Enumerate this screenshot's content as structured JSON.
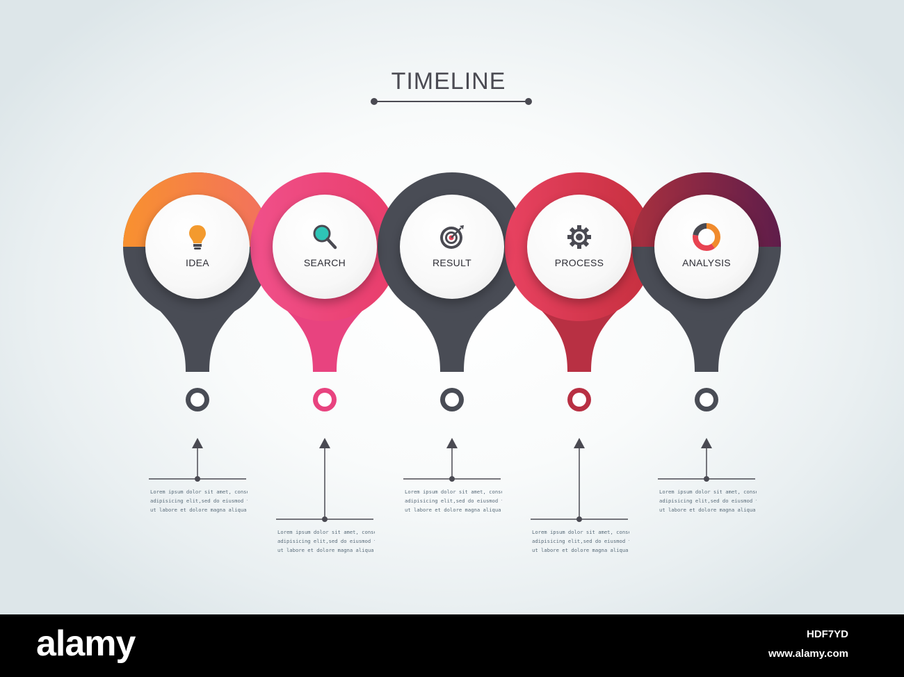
{
  "title": "TIMELINE",
  "steps": [
    {
      "label": "IDEA",
      "icon": "lightbulb-icon",
      "accent": "#f57a45",
      "description": [
        "Lorem ipsum dolor sit amet, consectetur",
        "adipisicing elit,sed do eiusmod tempo in",
        "ut labore et dolore magna aliqua. Ut eni"
      ]
    },
    {
      "label": "SEARCH",
      "icon": "magnifier-icon",
      "accent": "#e63d74",
      "description": [
        "Lorem ipsum dolor sit amet, consectetur",
        "adipisicing elit,sed do eiusmod tempo in",
        "ut labore et dolore magna aliqua. Ut eni"
      ]
    },
    {
      "label": "RESULT",
      "icon": "target-icon",
      "accent": "#e14459",
      "description": [
        "Lorem ipsum dolor sit amet, consectetur",
        "adipisicing elit,sed do eiusmod tempo in",
        "ut labore et dolore magna aliqua. Ut eni"
      ]
    },
    {
      "label": "PROCESS",
      "icon": "gear-icon",
      "accent": "#b0273a",
      "description": [
        "Lorem ipsum dolor sit amet, consectetur",
        "adipisicing elit,sed do eiusmod tempo in",
        "ut labore et dolore magna aliqua. Ut eni"
      ]
    },
    {
      "label": "ANALYSIS",
      "icon": "donut-chart-icon",
      "accent": "#6d2148",
      "description": [
        "Lorem ipsum dolor sit amet, consectetur",
        "adipisicing elit,sed do eiusmod tempo in",
        "ut labore et dolore magna aliqua. Ut eni"
      ]
    }
  ],
  "colors": {
    "dark": "#494c55",
    "orange": "#f57a45",
    "pink": "#e63d74",
    "red": "#d8344a",
    "maroon": "#6d2148",
    "text": "#2e2e36"
  },
  "footer": {
    "brand": "alamy",
    "image_id": "HDF7YD",
    "url": "www.alamy.com"
  }
}
